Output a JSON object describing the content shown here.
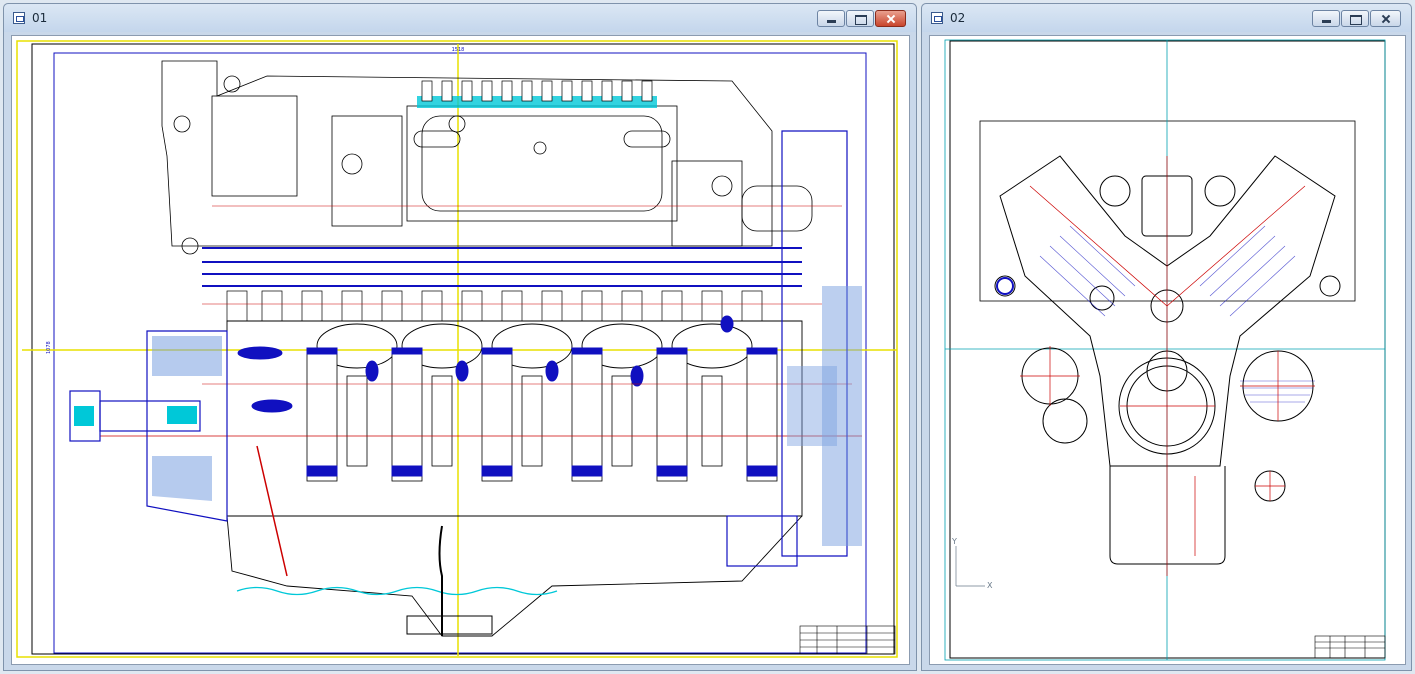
{
  "windows": [
    {
      "id": "win1",
      "title": "01",
      "controls": [
        "minimize",
        "maximize",
        "close"
      ]
    },
    {
      "id": "win2",
      "title": "02",
      "controls": [
        "minimize",
        "maximize",
        "close"
      ]
    }
  ],
  "drawing1": {
    "top_dimension": "1518",
    "side_dimension": "1078"
  },
  "drawing2": {
    "axis_x_label": "X",
    "axis_y_label": "Y"
  },
  "colors": {
    "window_frame": "#c9d8ea",
    "accent_close": "#c9452c",
    "drawing_blue": "#0000cc",
    "drawing_red": "#cc0000",
    "drawing_cyan": "#00c8d8",
    "sheet_yellow": "#e8e000"
  }
}
